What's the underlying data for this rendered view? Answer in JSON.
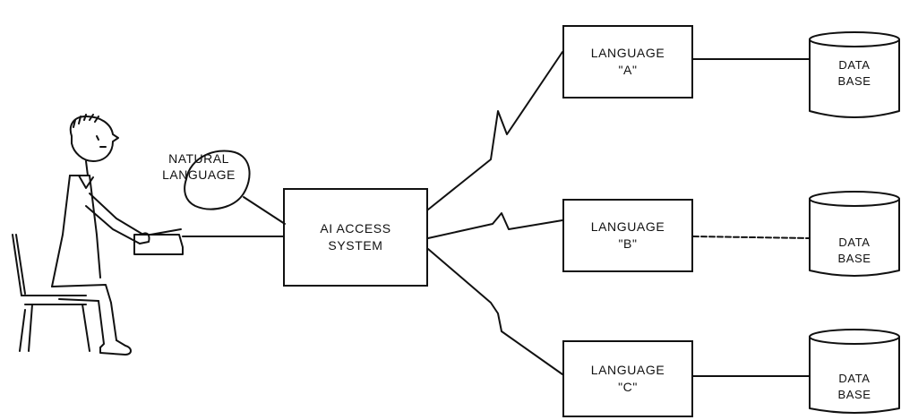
{
  "diagram": {
    "natural_language": [
      "NATURAL",
      "LANGUAGE"
    ],
    "ai_access": [
      "AI ACCESS",
      "SYSTEM"
    ],
    "languages": [
      {
        "line1": "LANGUAGE",
        "line2": "\"A\""
      },
      {
        "line1": "LANGUAGE",
        "line2": "\"B\""
      },
      {
        "line1": "LANGUAGE",
        "line2": "\"C\""
      }
    ],
    "databases": [
      {
        "line1": "DATA",
        "line2": "BASE"
      },
      {
        "line1": "DATA",
        "line2": "BASE"
      },
      {
        "line1": "DATA",
        "line2": "BASE"
      }
    ]
  },
  "colors": {
    "ink": "#111111",
    "background": "#ffffff"
  }
}
